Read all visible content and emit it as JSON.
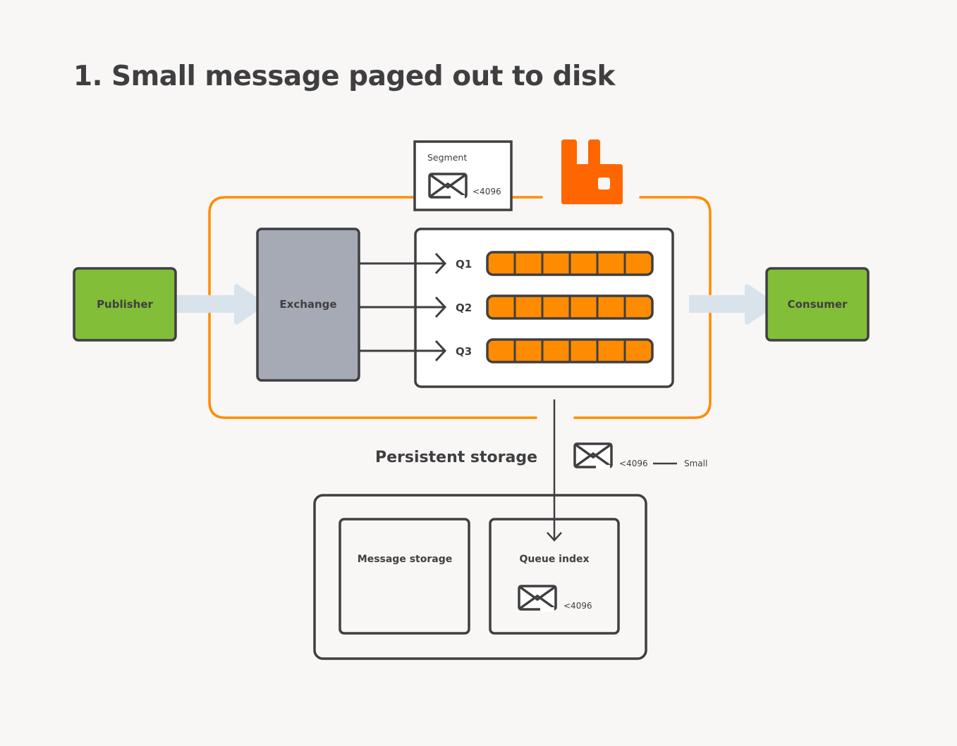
{
  "title": "1. Small message paged out to disk",
  "colors": {
    "background": "#f8f7f5",
    "broker_outline": "#ff8c00",
    "rabbitmq_logo": "#ff6600",
    "queue_fill": "#ff8c00",
    "node_green": "#82be37",
    "exchange_gray": "#a6aab4",
    "stroke_dark": "#3f3f41",
    "flow_arrow": "#d9e3ec"
  },
  "publisher": {
    "label": "Publisher"
  },
  "consumer": {
    "label": "Consumer"
  },
  "exchange": {
    "label": "Exchange"
  },
  "segment": {
    "label": "Segment",
    "size": "<4096"
  },
  "queues": [
    {
      "label": "Q1",
      "slots": 6
    },
    {
      "label": "Q2",
      "slots": 6
    },
    {
      "label": "Q3",
      "slots": 6
    }
  ],
  "persistent_storage": {
    "label": "Persistent storage",
    "legend": {
      "size": "<4096",
      "meaning": "Small"
    },
    "message_storage": {
      "label": "Message storage"
    },
    "queue_index": {
      "label": "Queue index",
      "size": "<4096"
    }
  },
  "icons": {
    "logo": "rabbitmq-logo",
    "message": "envelope-icon"
  }
}
